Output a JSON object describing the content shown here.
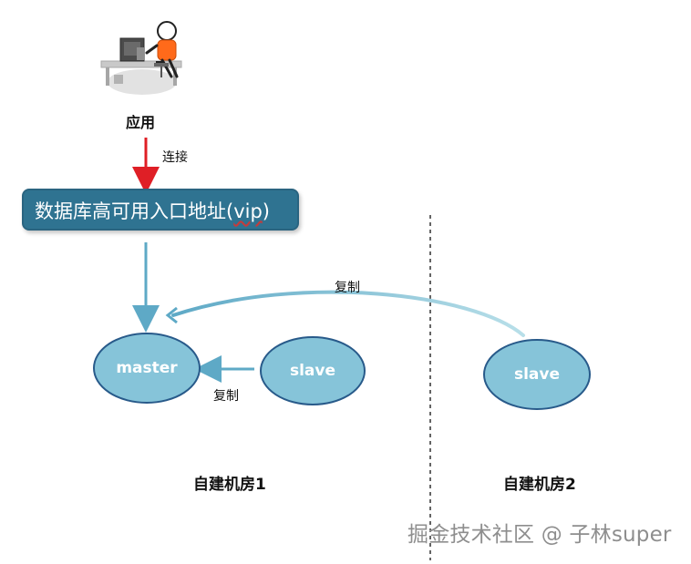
{
  "diagram": {
    "application_label": "应用",
    "connect_label": "连接",
    "vip_label": "数据库高可用入口地址(",
    "vip_suffix": "vip",
    "vip_close": ")",
    "replication_label_remote": "复制",
    "replication_label_local": "复制",
    "room1_label": "自建机房1",
    "room2_label": "自建机房2",
    "nodes": {
      "master": "master",
      "slave_local": "slave",
      "slave_remote": "slave"
    },
    "watermark": "掘金技术社区 @ 子林super"
  },
  "colors": {
    "vip_fill": "#2f7391",
    "node_fill": "#86c4d9",
    "node_stroke": "#285a8a",
    "arrow_blue": "#5ea9c6",
    "arrow_red": "#df1f26",
    "divider": "#222222"
  },
  "icons": {
    "application": "person-at-computer-icon"
  }
}
